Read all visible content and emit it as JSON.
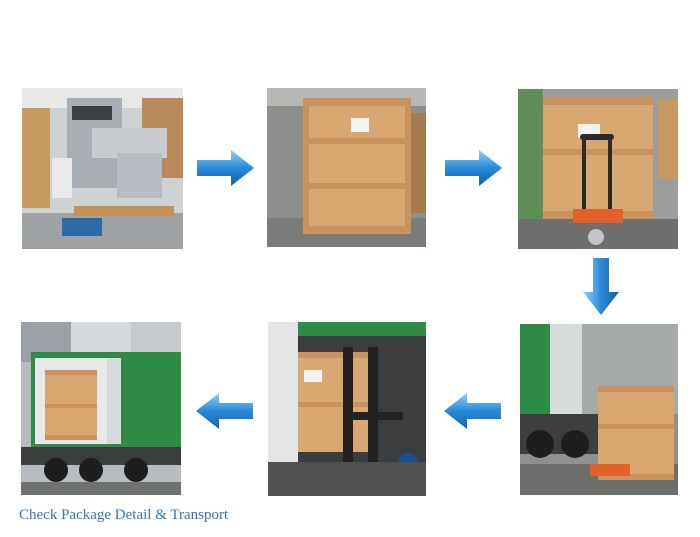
{
  "caption": "Check Package Detail & Transport",
  "steps": [
    {
      "image": "machine-on-pallet"
    },
    {
      "image": "wooden-crate-packed"
    },
    {
      "image": "crate-on-pallet-jack"
    },
    {
      "image": "crate-moved-to-container"
    },
    {
      "image": "forklift-loading-crate"
    },
    {
      "image": "container-truck-loaded"
    }
  ],
  "arrows": [
    "right-arrow-icon",
    "right-arrow-icon",
    "down-arrow-icon",
    "left-arrow-icon",
    "left-arrow-icon"
  ],
  "colors": {
    "arrow": "#2a8ad8",
    "caption": "#2f76c9",
    "crate": "#d9a772",
    "container_green": "#2e8b45"
  }
}
